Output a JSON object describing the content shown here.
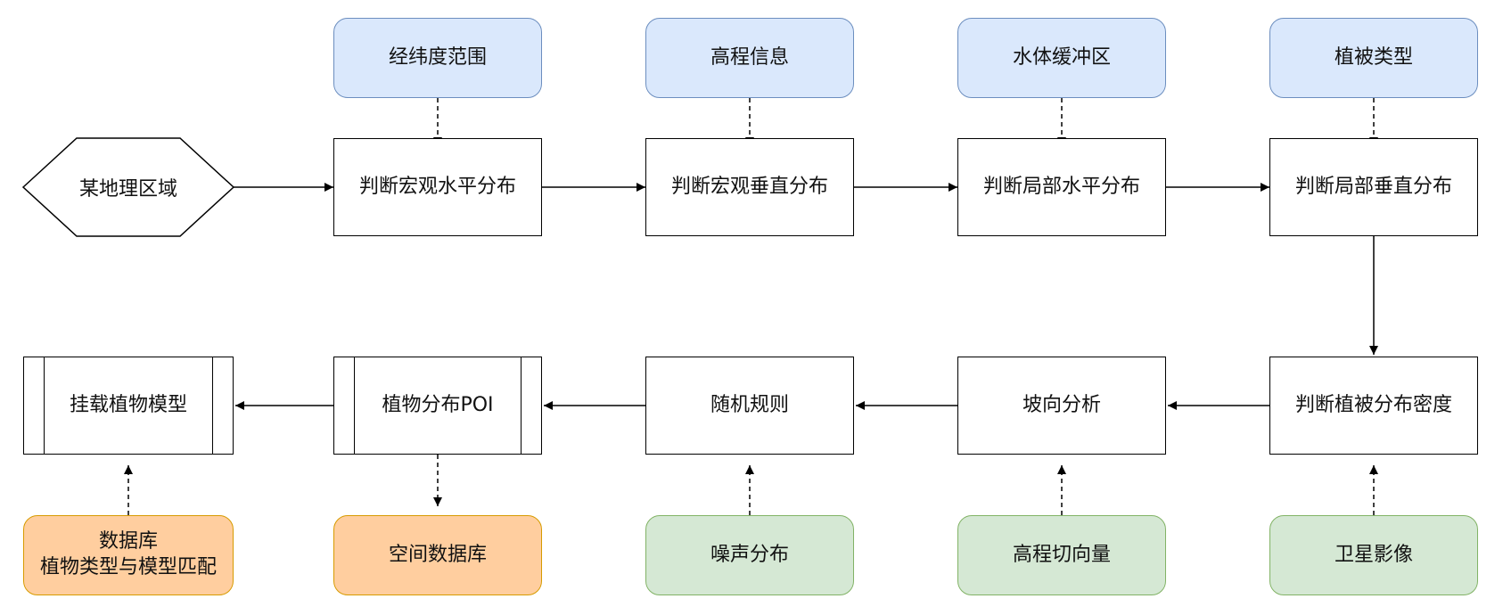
{
  "start": {
    "label": "某地理区域"
  },
  "top_row": {
    "step1": "判断宏观水平分布",
    "step2": "判断宏观垂直分布",
    "step3": "判断局部水平分布",
    "step4": "判断局部垂直分布"
  },
  "top_inputs": {
    "input1": "经纬度范围",
    "input2": "高程信息",
    "input3": "水体缓冲区",
    "input4": "植被类型"
  },
  "bottom_row": {
    "step5": "判断植被分布密度",
    "step6": "坡向分析",
    "step7": "随机规则",
    "step8": "植物分布POI",
    "step9": "挂载植物模型"
  },
  "bottom_inputs": {
    "input5": "卫星影像",
    "input6": "高程切向量",
    "input7": "噪声分布",
    "output8": "空间数据库",
    "input9": "数据库\n植物类型与模型匹配"
  },
  "colors": {
    "blue_fill": "#dae8fc",
    "blue_stroke": "#6c8ebf",
    "green_fill": "#d5e8d4",
    "green_stroke": "#82b366",
    "orange_fill": "#ffce9f",
    "orange_stroke": "#d79b00"
  }
}
